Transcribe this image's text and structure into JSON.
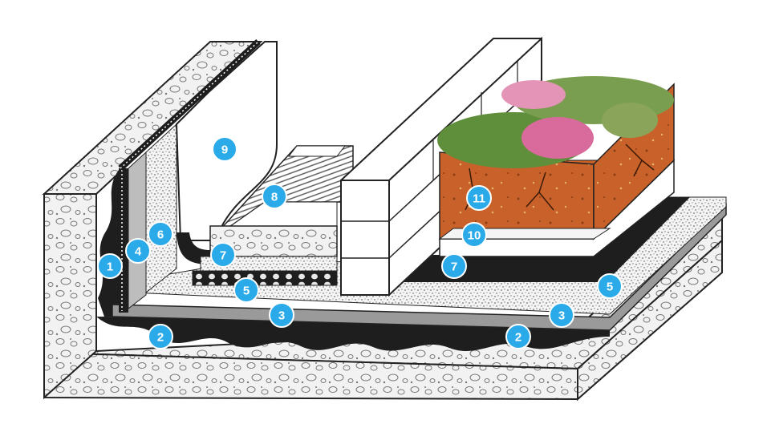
{
  "colors": {
    "marker": "#2AAAE9",
    "concrete": "#EDEDED",
    "membrane": "#1E1E1E",
    "substrate": "#C8622A",
    "foliage": "#5F8F3A",
    "flowers": "#D86A9C"
  },
  "markers": [
    {
      "label": "1"
    },
    {
      "label": "2"
    },
    {
      "label": "2"
    },
    {
      "label": "3"
    },
    {
      "label": "3"
    },
    {
      "label": "4"
    },
    {
      "label": "5"
    },
    {
      "label": "5"
    },
    {
      "label": "6"
    },
    {
      "label": "7"
    },
    {
      "label": "7"
    },
    {
      "label": "8"
    },
    {
      "label": "9"
    },
    {
      "label": "10"
    },
    {
      "label": "11"
    }
  ]
}
